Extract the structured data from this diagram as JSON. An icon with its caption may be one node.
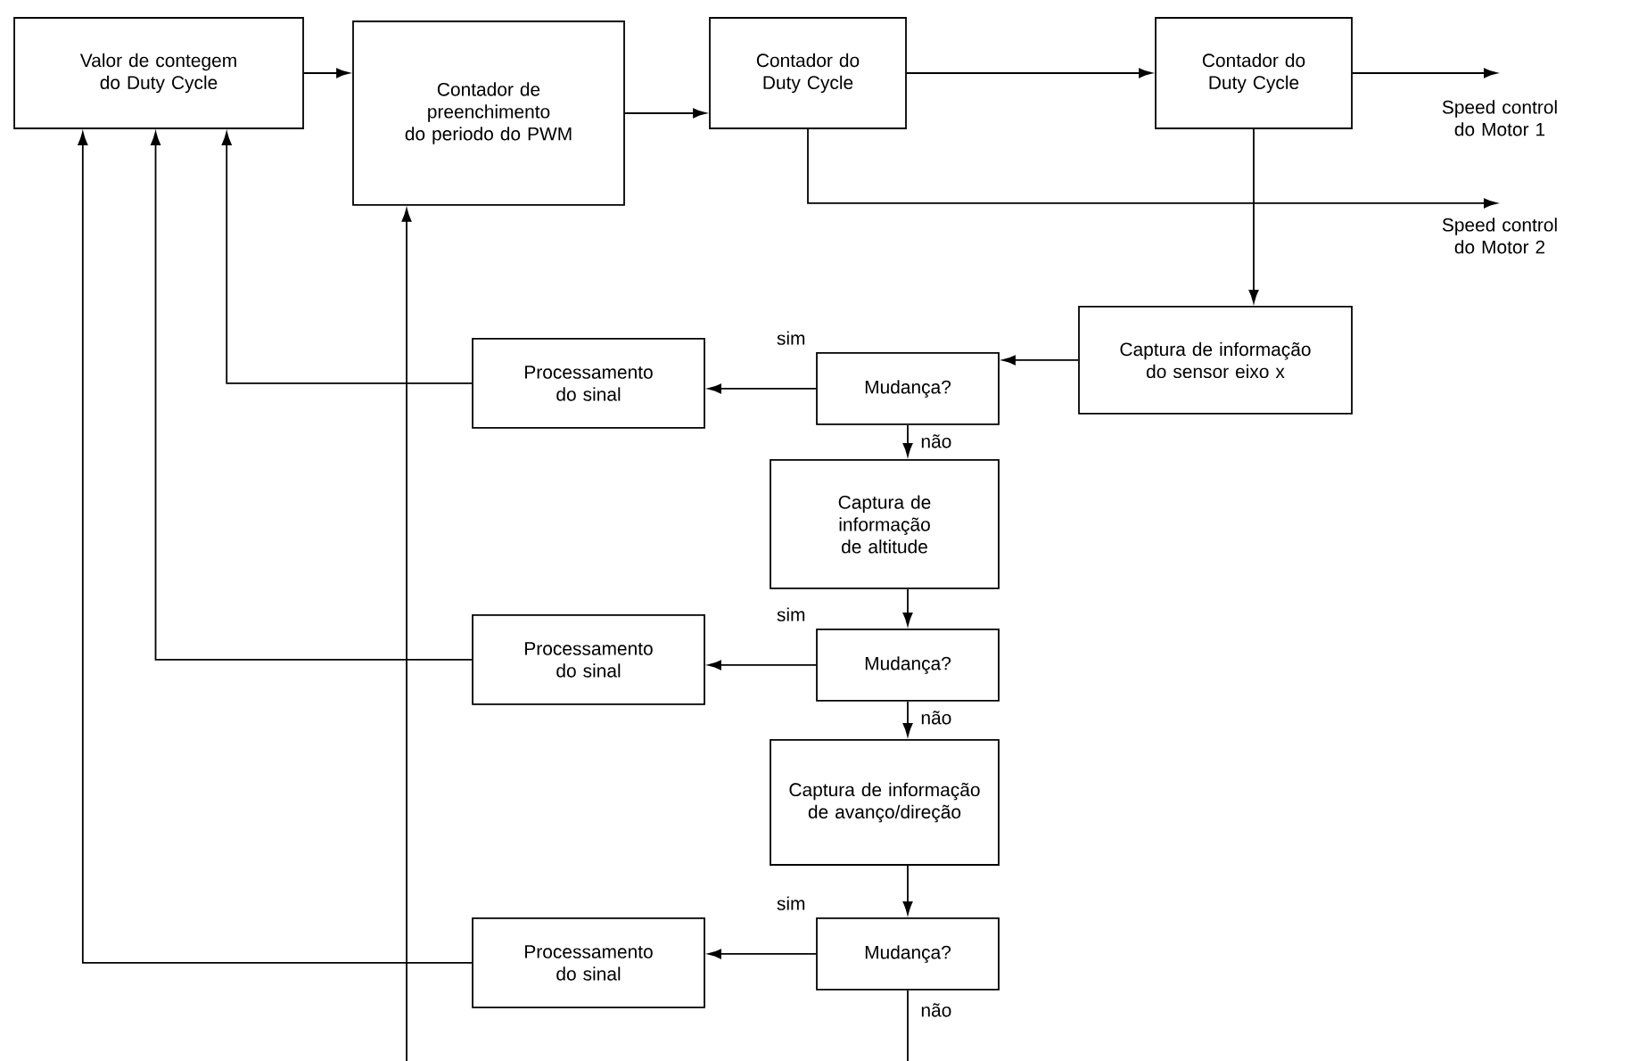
{
  "diagram": {
    "nodes": [
      {
        "text": [
          "Valor de contegem do Duty Cycle"
        ]
      },
      {
        "text": [
          "Contador de preenchimento do periodo do PWM"
        ]
      },
      {
        "text": [
          "Contador do Duty Cycle"
        ]
      },
      {
        "text": [
          "Contador do Duty Cycle"
        ]
      },
      {
        "text": [
          "Speed control do Motor 1"
        ]
      },
      {
        "text": [
          "Speed control do Motor 2"
        ]
      },
      {
        "text": [
          "Captura de informação do sensor eixo x"
        ]
      },
      {
        "text": [
          "Processamento do sinal"
        ]
      },
      {
        "text": [
          "Mudança?"
        ]
      },
      {
        "text": [
          "Captura de informação de altitude"
        ]
      },
      {
        "text": [
          "Processamento do sinal"
        ]
      },
      {
        "text": [
          "Mudança?"
        ]
      },
      {
        "text": [
          "Captura de informação de avanço/direção"
        ]
      },
      {
        "text": [
          "Processamento do sinal"
        ]
      },
      {
        "text": [
          "Mudança?"
        ]
      }
    ],
    "edges": [
      {
        "from": 0,
        "to": 1,
        "arrow": "to"
      },
      {
        "from": 1,
        "to": 2,
        "arrow": "to"
      },
      {
        "from": 2,
        "to": 3,
        "arrow": "to"
      },
      {
        "from": 3,
        "to": 4,
        "arrow": "to"
      },
      {
        "from": 2,
        "to": 5,
        "arrow": "to"
      },
      {
        "from": 3,
        "to": 6,
        "arrow": "to"
      },
      {
        "from": 6,
        "to": 8,
        "arrow": "to"
      },
      {
        "from": 8,
        "to": 7,
        "arrow": "to",
        "label": "sim"
      },
      {
        "from": 8,
        "to": 9,
        "arrow": "to",
        "label": "não"
      },
      {
        "from": 9,
        "to": 11,
        "arrow": "to"
      },
      {
        "from": 11,
        "to": 10,
        "arrow": "to",
        "label": "sim"
      },
      {
        "from": 11,
        "to": 12,
        "arrow": "to",
        "label": "não"
      },
      {
        "from": 12,
        "to": 14,
        "arrow": "to"
      },
      {
        "from": 14,
        "to": 13,
        "arrow": "to",
        "label": "sim"
      },
      {
        "from": 14,
        "to": null,
        "arrow": "none",
        "label": "não"
      },
      {
        "from": 7,
        "to": 0,
        "arrow": "to"
      },
      {
        "from": 10,
        "to": 0,
        "arrow": "to"
      },
      {
        "from": 13,
        "to": 0,
        "arrow": "to"
      },
      {
        "from": null,
        "to": 1,
        "arrow": "to"
      }
    ]
  }
}
